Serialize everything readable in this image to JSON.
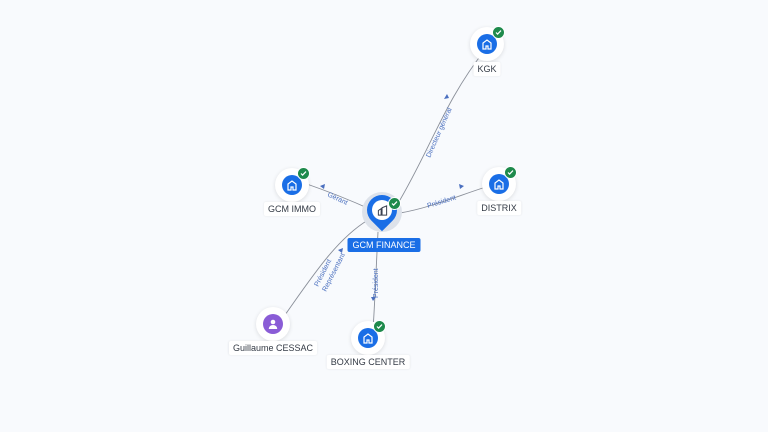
{
  "center": {
    "label": "GCM FINANCE",
    "icon": "building-icon"
  },
  "nodes": {
    "kgk": {
      "label": "KGK",
      "icon": "building-icon",
      "verified": true
    },
    "distrix": {
      "label": "DISTRIX",
      "icon": "building-icon",
      "verified": true
    },
    "gcm_immo": {
      "label": "GCM IMMO",
      "icon": "building-icon",
      "verified": true
    },
    "boxing_center": {
      "label": "BOXING CENTER",
      "icon": "building-icon",
      "verified": true
    },
    "guillaume": {
      "label": "Guillaume CESSAC",
      "icon": "person-icon",
      "verified": false
    }
  },
  "edges": {
    "kgk": "Directeur général",
    "distrix": "Président",
    "gcm_immo": "Gérant",
    "boxing_center": "Président",
    "guillaume_line1": "Président",
    "guillaume_line2": "Représentant"
  },
  "colors": {
    "company": "#1a6ee6",
    "person": "#8a5cd6",
    "verified": "#1e8a4c",
    "edge_label": "#4a6fbf"
  }
}
